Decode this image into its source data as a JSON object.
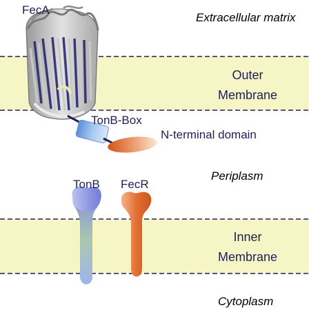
{
  "labels": {
    "feca": "FecA",
    "extracellular": "Extracellular matrix",
    "outer_membrane_line1": "Outer",
    "outer_membrane_line2": "Membrane",
    "tonb_box": "TonB-Box",
    "n_terminal": "N-terminal domain",
    "periplasm": "Periplasm",
    "tonb": "TonB",
    "fecr": "FecR",
    "inner_membrane_line1": "Inner",
    "inner_membrane_line2": "Membrane",
    "cytoplasm": "Cytoplasm"
  },
  "colors": {
    "membrane_fill": "#f6f5c6",
    "membrane_line": "#1f1f55",
    "tonb_blue": "#7f8fe0",
    "tonb_green": "#b6d4a0",
    "fecr_orange": "#e0743a",
    "box_blue": "#8fb6e8",
    "barrel_grey": "#b8b8b8",
    "barrel_navy": "#2a2a6e"
  }
}
